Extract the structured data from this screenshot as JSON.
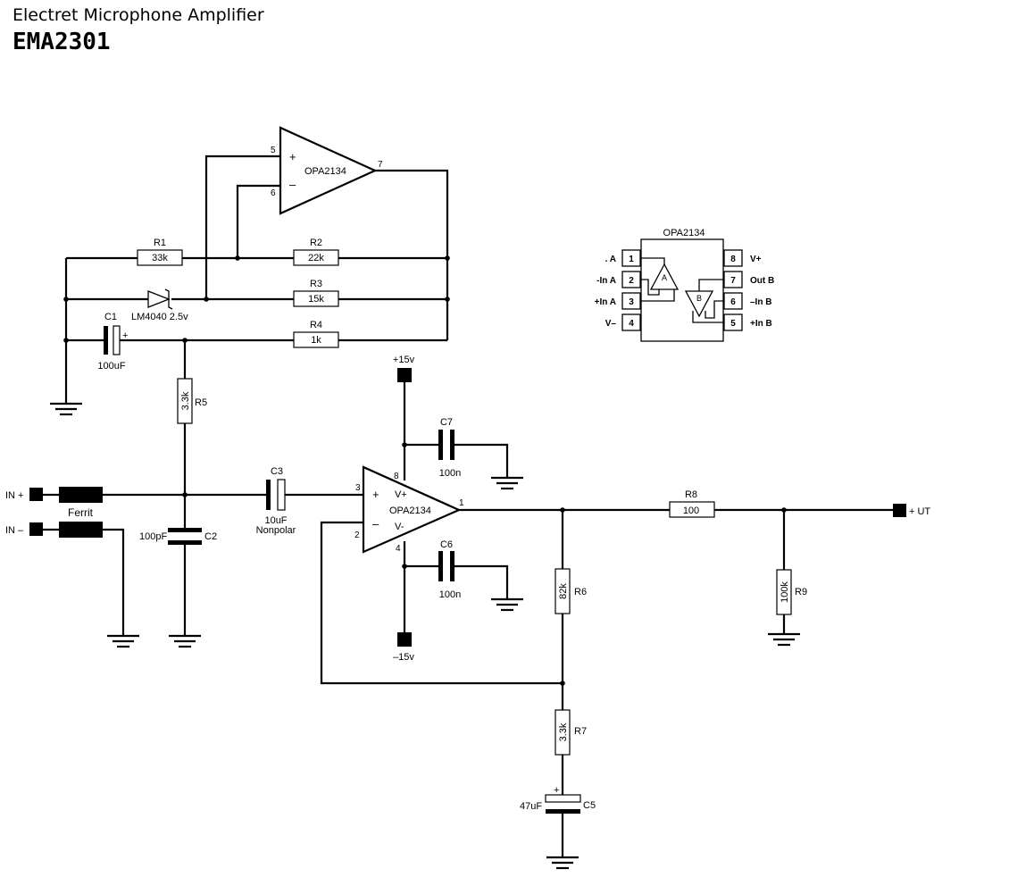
{
  "header": {
    "subtitle": "Electret Microphone Amplifier",
    "title": "EMA2301"
  },
  "components": {
    "u1_top": {
      "name": "OPA2134",
      "pin_plus": "5",
      "pin_minus": "6",
      "pin_out": "7",
      "plus": "+",
      "minus": "–"
    },
    "u1_bottom": {
      "name": "OPA2134",
      "pin_plus": "3",
      "pin_minus": "2",
      "pin_out": "1",
      "pin_vplus": "8",
      "pin_vminus": "4",
      "vplus": "V+",
      "vminus": "V-",
      "plus": "+",
      "minus": "–"
    },
    "r1": {
      "ref": "R1",
      "value": "33k"
    },
    "r2": {
      "ref": "R2",
      "value": "22k"
    },
    "r3": {
      "ref": "R3",
      "value": "15k"
    },
    "r4": {
      "ref": "R4",
      "value": "1k"
    },
    "r5": {
      "ref": "R5",
      "value": "3.3k"
    },
    "r6": {
      "ref": "R6",
      "value": "82k"
    },
    "r7": {
      "ref": "R7",
      "value": "3.3k"
    },
    "r8": {
      "ref": "R8",
      "value": "100"
    },
    "r9": {
      "ref": "R9",
      "value": "100k"
    },
    "d1": {
      "label": "LM4040 2.5v"
    },
    "c1": {
      "ref": "C1",
      "value": "100uF",
      "plus": "+"
    },
    "c2": {
      "ref": "C2",
      "value": "100pF"
    },
    "c3": {
      "ref": "C3",
      "value": "10uF",
      "note": "Nonpolar"
    },
    "c5": {
      "ref": "C5",
      "value": "47uF",
      "plus": "+"
    },
    "c6": {
      "ref": "C6",
      "value": "100n"
    },
    "c7": {
      "ref": "C7",
      "value": "100n"
    },
    "ferrit": {
      "label": "Ferrit"
    }
  },
  "rails": {
    "pos": "+15v",
    "neg": "–15v"
  },
  "terminals": {
    "in_plus": "IN +",
    "in_minus": "IN –",
    "out": "+ UT"
  },
  "package": {
    "name": "OPA2134",
    "amp_a": "A",
    "amp_b": "B",
    "left_pins": [
      {
        "label": ". A",
        "num": "1"
      },
      {
        "label": "-In A",
        "num": "2"
      },
      {
        "label": "+In A",
        "num": "3"
      },
      {
        "label": "V–",
        "num": "4"
      }
    ],
    "right_pins": [
      {
        "num": "8",
        "label": "V+"
      },
      {
        "num": "7",
        "label": "Out B"
      },
      {
        "num": "6",
        "label": "–In B"
      },
      {
        "num": "5",
        "label": "+In B"
      }
    ]
  }
}
